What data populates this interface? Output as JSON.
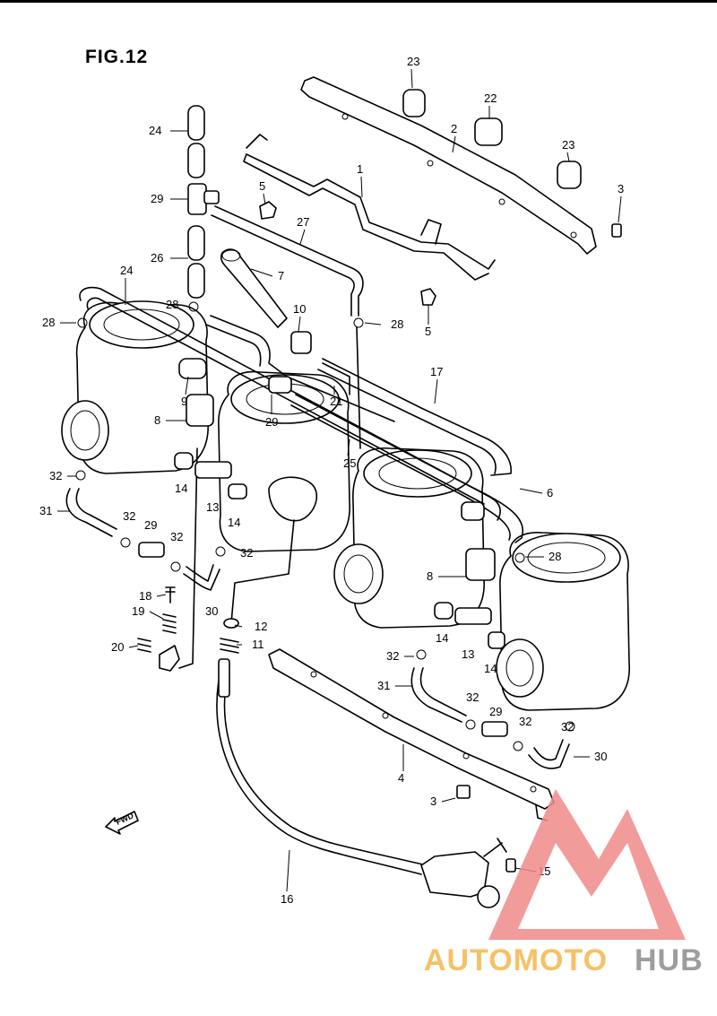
{
  "figure": {
    "title": "FIG.12"
  },
  "fwd_label": "FWD",
  "watermark": {
    "part1": "AUTOMOTO",
    "part2": "HUB",
    "color1": "#f5b74a",
    "color2": "#8c8c8c",
    "logo_color": "#f08a8a"
  },
  "callouts": {
    "p1": "1",
    "p2": "2",
    "p3a": "3",
    "p3b": "3",
    "p4": "4",
    "p5a": "5",
    "p5b": "5",
    "p6": "6",
    "p7": "7",
    "p8a": "8",
    "p8b": "8",
    "p9": "9",
    "p10": "10",
    "p11": "11",
    "p12": "12",
    "p13a": "13",
    "p13b": "13",
    "p14a": "14",
    "p14b": "14",
    "p14c": "14",
    "p14d": "14",
    "p15": "15",
    "p16": "16",
    "p17": "17",
    "p18": "18",
    "p19": "19",
    "p20": "20",
    "p21": "21",
    "p22": "22",
    "p23a": "23",
    "p23b": "23",
    "p24a": "24",
    "p24b": "24",
    "p25": "25",
    "p26": "26",
    "p27": "27",
    "p28a": "28",
    "p28b": "28",
    "p28c": "28",
    "p28d": "28",
    "p29a": "29",
    "p29b": "29",
    "p29c": "29",
    "p29d": "29",
    "p30a": "30",
    "p30b": "30",
    "p31a": "31",
    "p31b": "31",
    "p32a": "32",
    "p32b": "32",
    "p32c": "32",
    "p32d": "32",
    "p32e": "32",
    "p32f": "32",
    "p32g": "32",
    "p32h": "32"
  }
}
